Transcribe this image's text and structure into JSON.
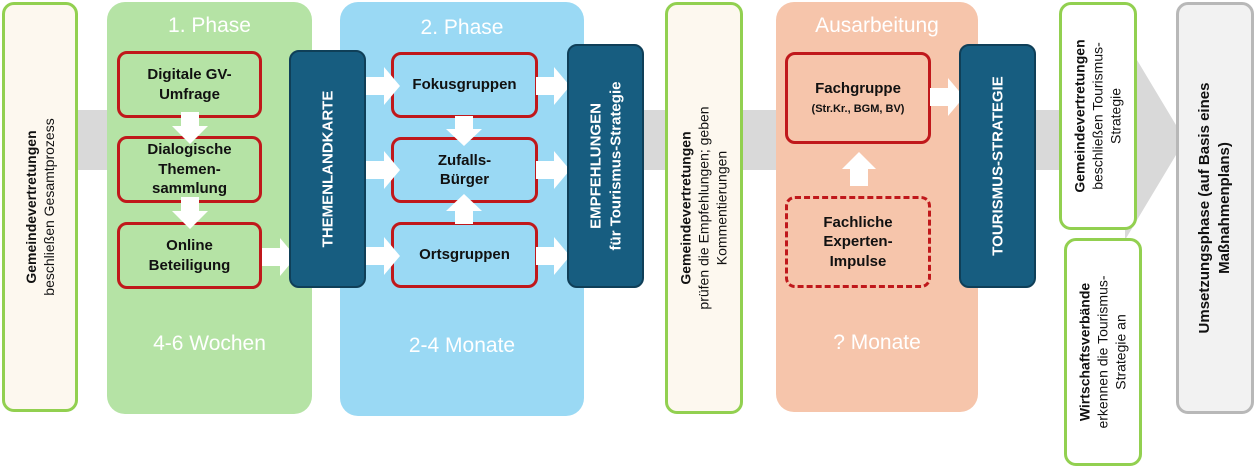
{
  "colors": {
    "phase1_bg": "#b5e3a5",
    "phase2_bg": "#9ad9f4",
    "ausarbeitung_bg": "#f6c5ab",
    "navy": "#175d80",
    "red_border": "#c0181b",
    "green_border": "#92d050",
    "grey_arrow": "#d9d9d9"
  },
  "start_box": {
    "title": "Gemeindevertretungen",
    "text": "beschließen Gesamtprozess"
  },
  "phase1": {
    "title": "1.   Phase",
    "duration": "4-6 Wochen",
    "steps": [
      {
        "line1": "Digitale GV-",
        "line2": "Umfrage"
      },
      {
        "line1": "Dialogische",
        "line2": "Themen-",
        "line3": "sammlung"
      },
      {
        "line1": "Online",
        "line2": "Beteiligung"
      }
    ]
  },
  "themenlandkarte": {
    "label": "THEMENLANDKARTE"
  },
  "phase2": {
    "title": "2. Phase",
    "duration": "2-4 Monate",
    "steps": [
      {
        "line1": "Fokusgruppen"
      },
      {
        "line1": "Zufalls-",
        "line2": "Bürger"
      },
      {
        "line1": "Ortsgruppen"
      }
    ]
  },
  "empfehlungen": {
    "line1": "EMPFEHLUNGEN",
    "line2": "für Tourismus-Strategie"
  },
  "review_box": {
    "title": "Gemeindevertretungen",
    "line2": "prüfen die Empfehlungen; geben",
    "line3": "Kommentierungen"
  },
  "ausarbeitung": {
    "title": "Ausarbeitung",
    "duration": "? Monate",
    "fachgruppe": {
      "line1": "Fachgruppe",
      "line2": "(Str.Kr., BGM, BV)"
    },
    "experten": {
      "line1": "Fachliche",
      "line2": "Experten-",
      "line3": "Impulse"
    }
  },
  "strategie": {
    "label": "TOURISMUS-STRATEGIE"
  },
  "decision_box": {
    "title": "Gemeindevertretungen",
    "line2": "beschließen Tourismus-",
    "line3": "Strategie"
  },
  "wirtschaft_box": {
    "title": "Wirtschaftsverbände",
    "line2": "erkennen die Tourismus-",
    "line3": "Strategie an"
  },
  "umsetzung": {
    "line1": "Umsetzungsphase (auf Basis eines",
    "line2": "Maßnahmenplans)"
  }
}
